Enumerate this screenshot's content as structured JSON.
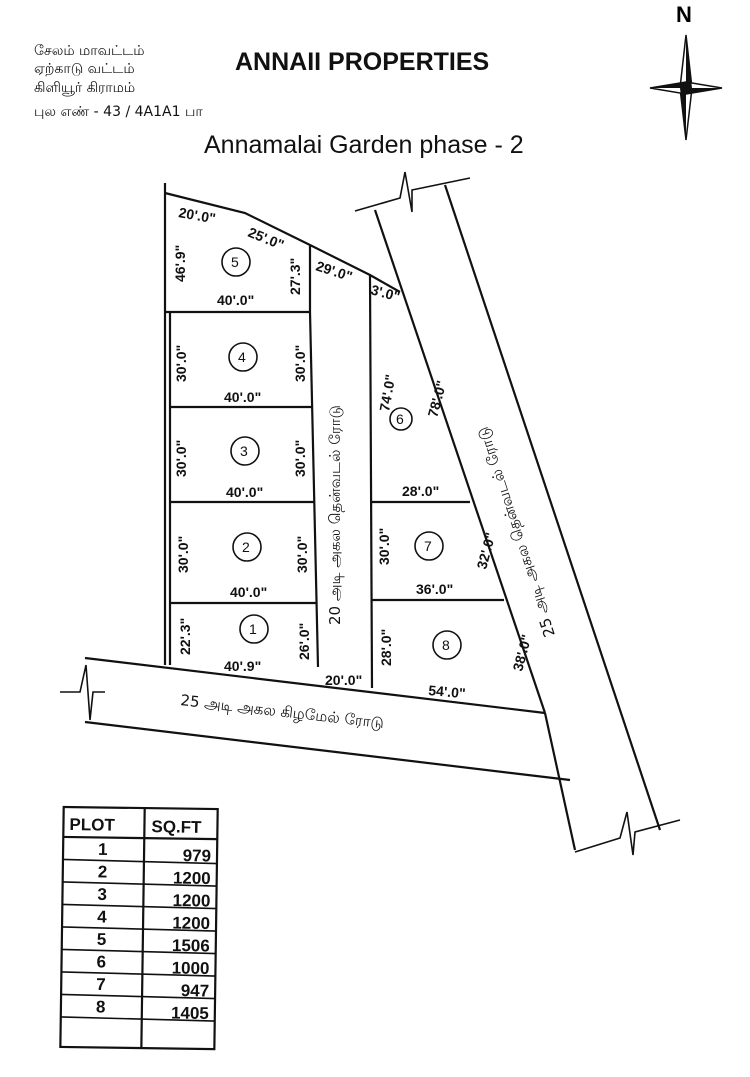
{
  "header": {
    "district": "சேலம் மாவட்டம்",
    "taluk": "ஏற்காடு வட்டம்",
    "village": "கிளியூர் கிராமம்",
    "survey_no": "புல எண் - 43 / 4A1A1 பா"
  },
  "title": "ANNAII PROPERTIES",
  "subtitle": "Annamalai Garden phase - 2",
  "north_label": "N",
  "roads": {
    "inner": "20 அடி அகல தென்வடல் ரோடு",
    "east": "25 அடி அகல தென்வடல் ரோடு",
    "south": "25 அடி அகல கிழமேல் ரோடு",
    "inner_width": "20'.0\""
  },
  "plots": [
    {
      "no": "1",
      "dims": [
        "22'.3\"",
        "26'.0\"",
        "40'.9\""
      ]
    },
    {
      "no": "2",
      "dims": [
        "30'.0\"",
        "30'.0\"",
        "40'.0\""
      ]
    },
    {
      "no": "3",
      "dims": [
        "30'.0\"",
        "30'.0\"",
        "40'.0\""
      ]
    },
    {
      "no": "4",
      "dims": [
        "30'.0\"",
        "30'.0\"",
        "40'.0\""
      ]
    },
    {
      "no": "5",
      "dims": [
        "46'.9\"",
        "27'.3\"",
        "40'.0\"",
        "20'.0\"",
        "25'.0\""
      ]
    },
    {
      "no": "6",
      "dims": [
        "74'.0\"",
        "78'.0\"",
        "28'.0\"",
        "29'.0\"",
        "3'.0\""
      ]
    },
    {
      "no": "7",
      "dims": [
        "30'.0\"",
        "32'.0\"",
        "36'.0\""
      ]
    },
    {
      "no": "8",
      "dims": [
        "28'.0\"",
        "38'.0\"",
        "54'.0\""
      ]
    }
  ],
  "table": {
    "headers": [
      "PLOT",
      "SQ.FT"
    ],
    "rows": [
      [
        "1",
        "979"
      ],
      [
        "2",
        "1200"
      ],
      [
        "3",
        "1200"
      ],
      [
        "4",
        "1200"
      ],
      [
        "5",
        "1506"
      ],
      [
        "6",
        "1000"
      ],
      [
        "7",
        "947"
      ],
      [
        "8",
        "1405"
      ]
    ]
  }
}
